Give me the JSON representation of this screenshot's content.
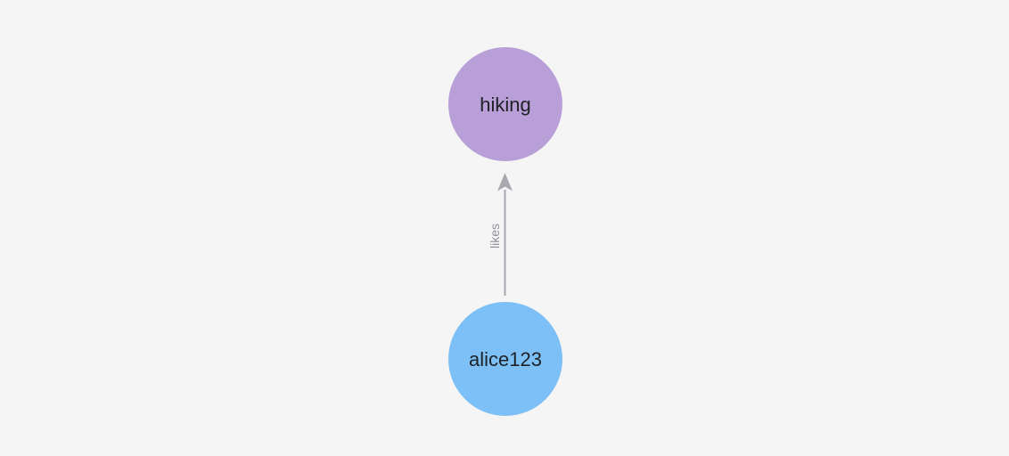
{
  "canvas": {
    "background": "#f5f5f6"
  },
  "graph": {
    "nodes": [
      {
        "id": "hiking",
        "label": "hiking",
        "color": "#b89fd8",
        "text_color": "#1f2125"
      },
      {
        "id": "alice123",
        "label": "alice123",
        "color": "#7cc0f7",
        "text_color": "#1f2125"
      }
    ],
    "edges": [
      {
        "label": "likes",
        "source": "alice123",
        "target": "hiking",
        "color": "#a7a9af",
        "label_color": "#8f9097"
      }
    ]
  }
}
